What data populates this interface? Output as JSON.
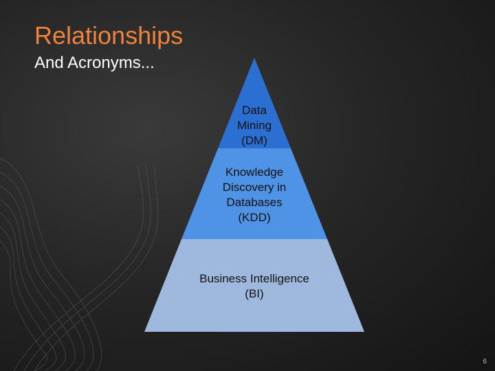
{
  "slide": {
    "title": "Relationships",
    "subtitle": "And Acronyms...",
    "page_number": "6"
  },
  "pyramid": {
    "tiers": [
      {
        "lines": [
          "Data",
          "Mining",
          "(DM)"
        ],
        "color": "#2a6fd1"
      },
      {
        "lines": [
          "Knowledge",
          "Discovery in",
          "Databases",
          "(KDD)"
        ],
        "color": "#4f93e6"
      },
      {
        "lines": [
          "Business Intelligence",
          "(BI)"
        ],
        "color": "#9fb8de"
      }
    ]
  },
  "theme": {
    "title_color": "#f0823c",
    "text_color": "#ffffff",
    "background": "#1e1e1e"
  }
}
